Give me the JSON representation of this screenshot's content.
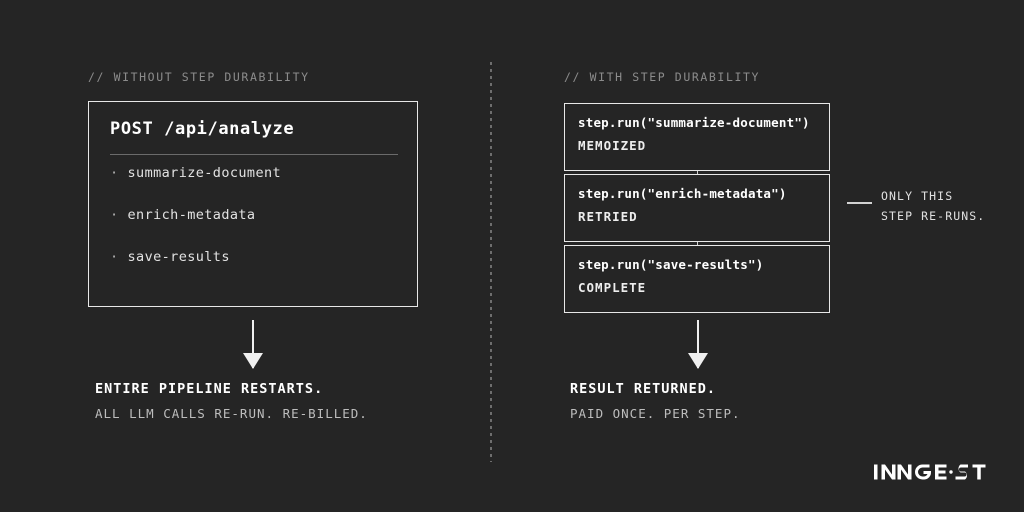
{
  "theme": {
    "background": "#252525",
    "foreground": "#ffffff",
    "muted": "#8c8c8c",
    "border": "#e8e8e8",
    "rule": "#6b6b6b"
  },
  "left": {
    "label": "// WITHOUT STEP DURABILITY",
    "request": {
      "method_path": "POST /api/analyze",
      "bullet": "·",
      "steps": [
        "summarize-document",
        "enrich-metadata",
        "save-results"
      ]
    },
    "arrow": "down-arrow",
    "caption": {
      "line1": "ENTIRE PIPELINE RESTARTS.",
      "line2": "ALL LLM CALLS RE-RUN. RE-BILLED."
    }
  },
  "right": {
    "label": "// WITH STEP DURABILITY",
    "cards": [
      {
        "code": "step.run(\"summarize-document\")",
        "status": "MEMOIZED"
      },
      {
        "code": "step.run(\"enrich-metadata\")",
        "status": "RETRIED"
      },
      {
        "code": "step.run(\"save-results\")",
        "status": "COMPLETE"
      }
    ],
    "annotation": {
      "line1": "ONLY THIS",
      "line2": "STEP RE-RUNS."
    },
    "arrow": "down-arrow",
    "caption": {
      "line1": "RESULT RETURNED.",
      "line2": "PAID ONCE. PER STEP."
    }
  },
  "divider": "dotted-vertical-divider",
  "logo": {
    "wordmark": "INNGEST"
  }
}
